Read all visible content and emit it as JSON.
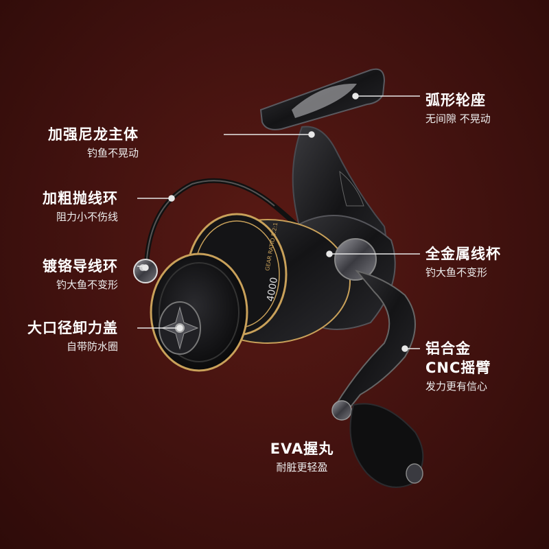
{
  "callouts": {
    "reel_seat": {
      "title": "弧形轮座",
      "sub": "无间隙 不晃动"
    },
    "body": {
      "title": "加强尼龙主体",
      "sub": "钓鱼不晃动"
    },
    "bail": {
      "title": "加粗抛线环",
      "sub": "阻力小不伤线"
    },
    "line_roller": {
      "title": "镀铬导线环",
      "sub": "钓大鱼不变形"
    },
    "spool": {
      "title": "全金属线杯",
      "sub": "钓大鱼不变形"
    },
    "drag_cap": {
      "title": "大口径卸力盖",
      "sub": "自带防水圈"
    },
    "handle_arm": {
      "title_line1": "铝合金",
      "title_line2": "CNC摇臂",
      "sub": "发力更有信心"
    },
    "knob": {
      "title": "EVA握丸",
      "sub": "耐脏更轻盈"
    }
  },
  "product_markings": {
    "model": "4000",
    "gear_text": "GEAR RATIO 5.2:1"
  },
  "colors": {
    "bg": "#451310",
    "gold": "#c9a15a",
    "line": "#e8e8e8"
  }
}
